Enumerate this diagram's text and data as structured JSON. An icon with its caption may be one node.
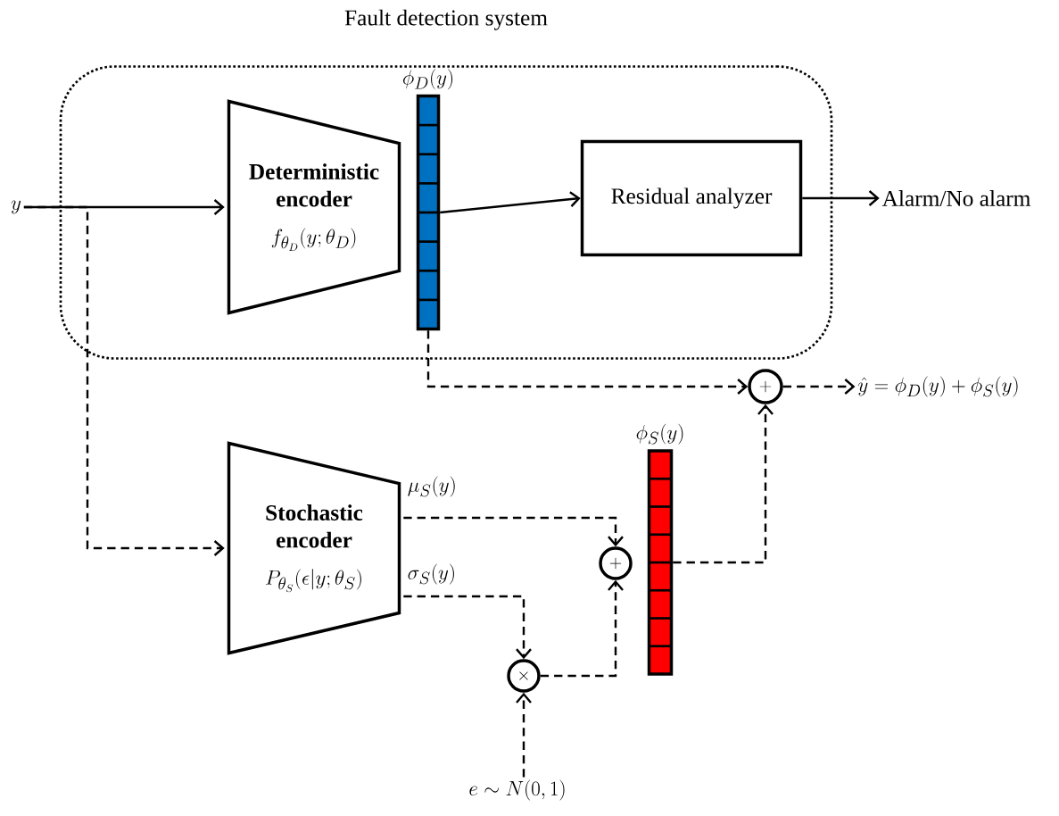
{
  "diagram": {
    "nodes": [
      {
        "text": [
          "Fault detection system"
        ]
      },
      {
        "text": [
          "y"
        ]
      },
      {
        "text": [
          "Deterministic encoder",
          "f_{\\theta_D}(y;\\theta_D)"
        ],
        "in": 0
      },
      {
        "text": [
          "\\phi_D(y)"
        ],
        "in": 0
      },
      {
        "text": [
          "Residual analyzer"
        ],
        "in": 0
      },
      {
        "text": [
          "Alarm/No alarm"
        ]
      },
      {
        "text": [
          "+"
        ]
      },
      {
        "text": [
          "\\hat{y}=\\phi_D(y)+\\phi_S(y)"
        ]
      },
      {
        "text": [
          "Stochastic encoder",
          "P_{\\theta_S}(\\epsilon|y;\\theta_S)"
        ]
      },
      {
        "text": [
          "\\phi_S(y)"
        ]
      },
      {
        "text": [
          "+"
        ]
      },
      {
        "text": [
          "\\times"
        ]
      },
      {
        "text": [
          "e\\sim N(0,1)"
        ]
      }
    ],
    "edges": [
      {
        "from": 1,
        "to": 2,
        "arrow": "to"
      },
      {
        "from": 1,
        "to": 8,
        "arrow": "to",
        "style": "dashed"
      },
      {
        "from": 3,
        "to": 4,
        "arrow": "to"
      },
      {
        "from": 4,
        "to": 5,
        "arrow": "to"
      },
      {
        "from": 3,
        "to": 6,
        "arrow": "to",
        "style": "dashed"
      },
      {
        "from": 6,
        "to": 7,
        "arrow": "to",
        "style": "dashed"
      },
      {
        "from": 8,
        "to": 10,
        "arrow": "to",
        "style": "dashed",
        "label": "\\mu_S(y)"
      },
      {
        "from": 8,
        "to": 11,
        "arrow": "to",
        "style": "dashed",
        "label": "\\sigma_S(y)"
      },
      {
        "from": 12,
        "to": 11,
        "arrow": "to",
        "style": "dashed"
      },
      {
        "from": 11,
        "to": 10,
        "arrow": "to",
        "style": "dashed"
      },
      {
        "from": 9,
        "to": 6,
        "arrow": "to",
        "style": "dashed"
      }
    ]
  }
}
